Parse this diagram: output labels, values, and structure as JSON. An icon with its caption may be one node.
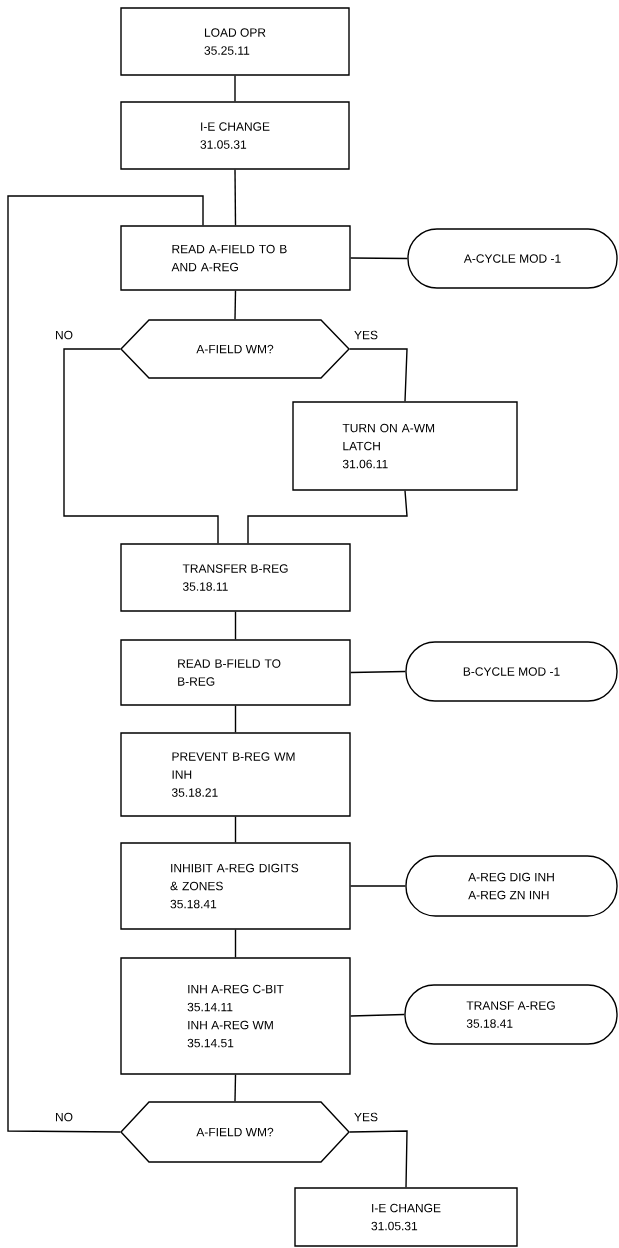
{
  "diagram": {
    "nodes": [
      {
        "text": [
          "LOAD OPR",
          "35.25.11"
        ]
      },
      {
        "text": [
          "I-E CHANGE",
          "31.05.31"
        ]
      },
      {
        "text": [
          "READ A-FIELD TO B AND A-REG"
        ]
      },
      {
        "text": [
          "A-CYCLE MOD -1"
        ]
      },
      {
        "text": [
          "A-FIELD WM?"
        ]
      },
      {
        "text": [
          "TURN ON A-WM LATCH",
          "31.06.11"
        ]
      },
      {
        "text": [
          "TRANSFER B-REG",
          "35.18.11"
        ]
      },
      {
        "text": [
          "READ B-FIELD TO B-REG"
        ]
      },
      {
        "text": [
          "B-CYCLE MOD -1"
        ]
      },
      {
        "text": [
          "PREVENT B-REG WM INH",
          "35.18.21"
        ]
      },
      {
        "text": [
          "INHIBIT A-REG DIGITS & ZONES",
          "35.18.41"
        ]
      },
      {
        "text": [
          "A-REG DIG INH",
          "A-REG ZN INH"
        ]
      },
      {
        "text": [
          "INH A-REG C-BIT",
          "35.14.11",
          "INH A-REG WM",
          "35.14.51"
        ]
      },
      {
        "text": [
          "TRANSF A-REG",
          "35.18.41"
        ]
      },
      {
        "text": [
          "A-FIELD WM?"
        ]
      },
      {
        "text": [
          "I-E CHANGE",
          "31.05.31"
        ]
      }
    ],
    "edges": [
      {
        "from": 0,
        "to": 1,
        "arrow": "none"
      },
      {
        "from": 1,
        "to": 2,
        "arrow": "none"
      },
      {
        "from": 2,
        "to": 3,
        "arrow": "none"
      },
      {
        "from": 2,
        "to": 4,
        "arrow": "none"
      },
      {
        "from": 4,
        "to": 6,
        "arrow": "none",
        "label": "NO"
      },
      {
        "from": 4,
        "to": 5,
        "arrow": "none",
        "label": "YES"
      },
      {
        "from": 5,
        "to": 6,
        "arrow": "none"
      },
      {
        "from": 6,
        "to": 7,
        "arrow": "none"
      },
      {
        "from": 7,
        "to": 8,
        "arrow": "none"
      },
      {
        "from": 7,
        "to": 9,
        "arrow": "none"
      },
      {
        "from": 9,
        "to": 10,
        "arrow": "none"
      },
      {
        "from": 10,
        "to": 11,
        "arrow": "none"
      },
      {
        "from": 10,
        "to": 12,
        "arrow": "none"
      },
      {
        "from": 12,
        "to": 13,
        "arrow": "none"
      },
      {
        "from": 12,
        "to": 14,
        "arrow": "none"
      },
      {
        "from": 14,
        "to": 2,
        "arrow": "none",
        "label": "NO"
      },
      {
        "from": 14,
        "to": 15,
        "arrow": "none",
        "label": "YES"
      }
    ]
  }
}
